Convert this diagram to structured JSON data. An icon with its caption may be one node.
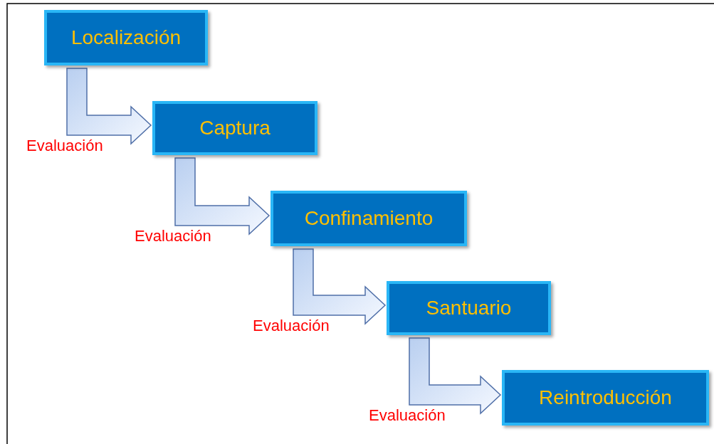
{
  "diagram": {
    "nodes": [
      {
        "text": [
          "Localización"
        ]
      },
      {
        "text": [
          "Captura"
        ]
      },
      {
        "text": [
          "Confinamiento"
        ]
      },
      {
        "text": [
          "Santuario"
        ]
      },
      {
        "text": [
          "Reintroducción"
        ]
      }
    ],
    "edges": [
      {
        "from": 0,
        "to": 1,
        "arrow": "to",
        "label": "Evaluación"
      },
      {
        "from": 1,
        "to": 2,
        "arrow": "to",
        "label": "Evaluación"
      },
      {
        "from": 2,
        "to": 3,
        "arrow": "to",
        "label": "Evaluación"
      },
      {
        "from": 3,
        "to": 4,
        "arrow": "to",
        "label": "Evaluación"
      }
    ]
  }
}
